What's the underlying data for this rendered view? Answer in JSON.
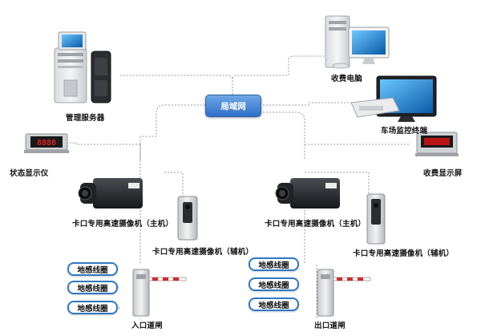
{
  "network": {
    "label": "局域网"
  },
  "devices": {
    "server": "管理服务器",
    "pc": "收费电脑",
    "monitor": "车场监控终端",
    "status_display": "状态显示仪",
    "fee_display": "收费显示屏",
    "camera_main_left": "卡口专用高速摄像机（主机）",
    "camera_aux_left": "卡口专用高速摄像机（辅机）",
    "camera_main_right": "卡口专用高速摄像机（主机）",
    "camera_aux_right": "卡口专用高速摄像机（辅机）",
    "gate_in": "入口道闸",
    "gate_out": "出口道闸"
  },
  "loops_left": [
    "地感线圈",
    "地感线圈",
    "地感线圈"
  ],
  "loops_right": [
    "地感线圈",
    "地感线圈",
    "地感线圈"
  ],
  "display_digits": "8888",
  "colors": {
    "network": "#2e6fc9",
    "loop_border": "#2f78c6",
    "barrier_red": "#d8282a",
    "led": "#e32222"
  }
}
